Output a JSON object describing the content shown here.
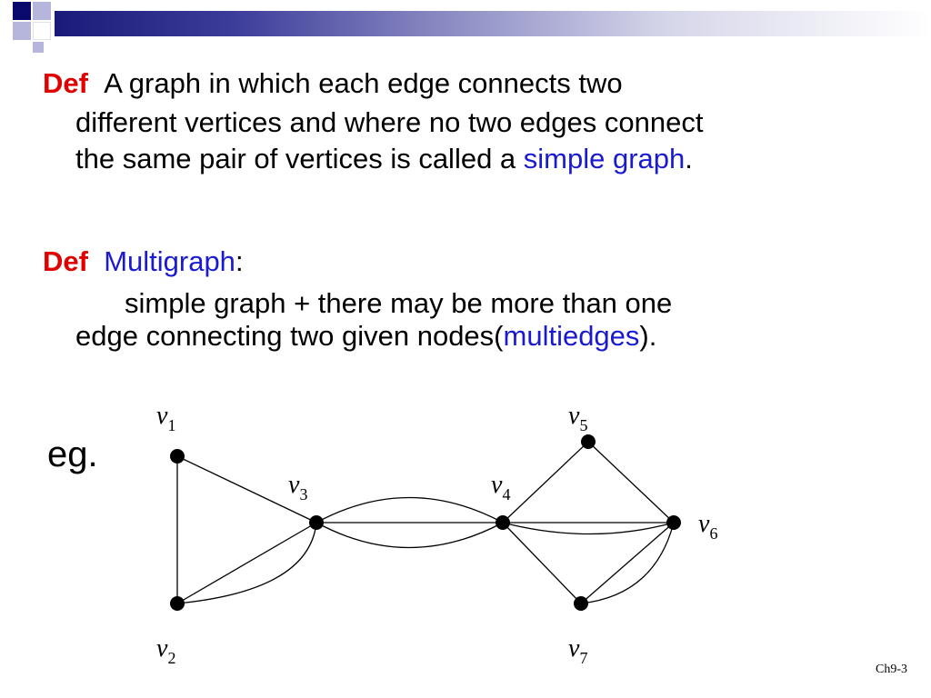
{
  "slide": {
    "def1": {
      "tag": "Def",
      "text_a": "A graph in which each edge connects two",
      "text_b": "different vertices and where no two edges connect",
      "text_c": "the same pair of vertices is called a ",
      "term": "simple graph",
      "end": "."
    },
    "def2": {
      "tag": "Def",
      "term": "Multigraph",
      "colon": ":",
      "line1": "simple graph + there may be more than one",
      "line2": "edge connecting two given nodes(",
      "term2": "multiedges",
      "end": ")."
    },
    "eg_label": "eg.",
    "footer": "Ch9-3"
  },
  "graph": {
    "vertices": [
      {
        "id": "v1",
        "letter": "v",
        "sub": "1"
      },
      {
        "id": "v2",
        "letter": "v",
        "sub": "2"
      },
      {
        "id": "v3",
        "letter": "v",
        "sub": "3"
      },
      {
        "id": "v4",
        "letter": "v",
        "sub": "4"
      },
      {
        "id": "v5",
        "letter": "v",
        "sub": "5"
      },
      {
        "id": "v6",
        "letter": "v",
        "sub": "6"
      },
      {
        "id": "v7",
        "letter": "v",
        "sub": "7"
      }
    ],
    "edges": [
      {
        "from": "v1",
        "to": "v2"
      },
      {
        "from": "v1",
        "to": "v3"
      },
      {
        "from": "v2",
        "to": "v3"
      },
      {
        "from": "v2",
        "to": "v3"
      },
      {
        "from": "v3",
        "to": "v4"
      },
      {
        "from": "v3",
        "to": "v4"
      },
      {
        "from": "v3",
        "to": "v4"
      },
      {
        "from": "v4",
        "to": "v5"
      },
      {
        "from": "v5",
        "to": "v6"
      },
      {
        "from": "v4",
        "to": "v6"
      },
      {
        "from": "v4",
        "to": "v6"
      },
      {
        "from": "v4",
        "to": "v7"
      },
      {
        "from": "v6",
        "to": "v7"
      },
      {
        "from": "v6",
        "to": "v7"
      }
    ]
  }
}
